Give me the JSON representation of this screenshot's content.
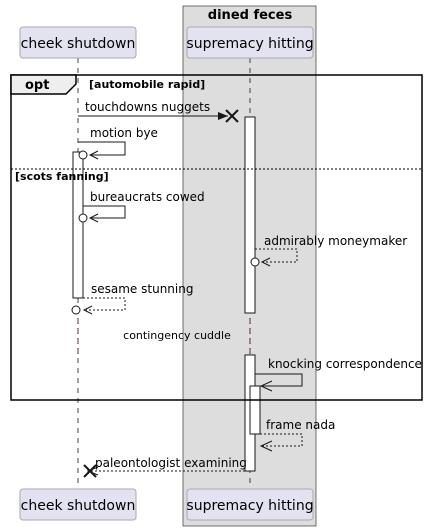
{
  "box": {
    "title": "dined feces",
    "fill": "#dddddd"
  },
  "participants": {
    "left": "cheek shutdown",
    "right": "supremacy hitting"
  },
  "fragment": {
    "keyword": "opt",
    "guard1": "[automobile rapid]",
    "guard2": "[scots fanning]"
  },
  "messages": {
    "m1": "touchdowns nuggets",
    "m2": "motion bye",
    "m3": "bureaucrats cowed",
    "m4": "admirably moneymaker",
    "m5": "sesame stunning",
    "delay": "contingency cuddle",
    "m6": "knocking correspondence",
    "m7": "frame nada",
    "m8": "paleontologist examining"
  },
  "colors": {
    "participant_fill": "#e2e2f0",
    "participant_stroke": "#a9a9a9",
    "line": "#181818",
    "delay_dots": "#a80036"
  }
}
